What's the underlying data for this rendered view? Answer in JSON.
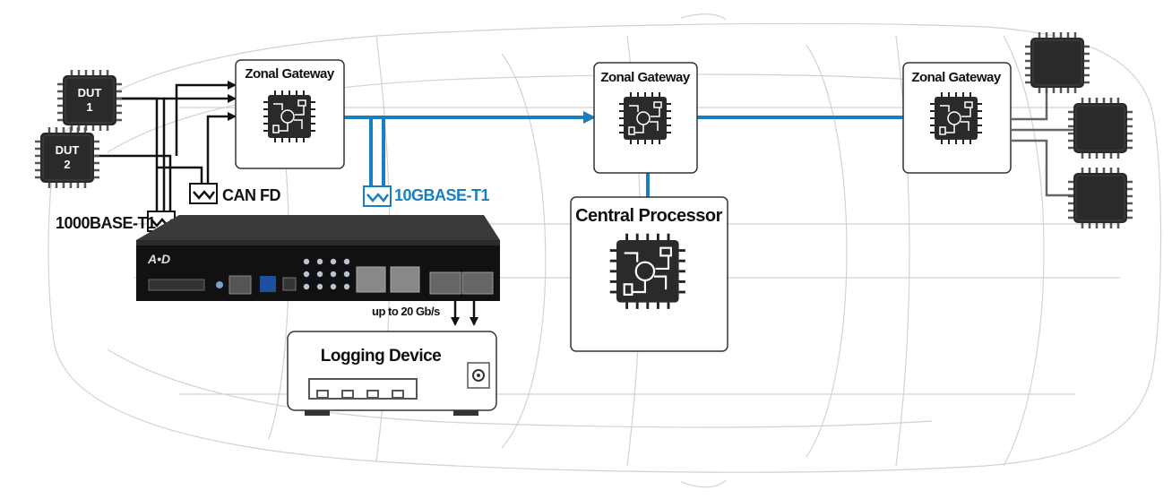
{
  "labels": {
    "dut1": {
      "line1": "DUT",
      "line2": "1"
    },
    "dut2": {
      "line1": "DUT",
      "line2": "2"
    },
    "base_1000": "1000BASE-T1",
    "can_fd": "CAN FD",
    "base_10g": "10GBASE-T1",
    "throughput": "up to 20 Gb/s",
    "device_logo": "A•D"
  },
  "zonal_gateways": [
    {
      "title": "Zonal Gateway"
    },
    {
      "title": "Zonal Gateway"
    },
    {
      "title": "Zonal Gateway"
    }
  ],
  "central_processor": {
    "title": "Central Processor"
  },
  "logging_device": {
    "title": "Logging Device"
  },
  "colors": {
    "ethernet_10g": "#1a7fc1",
    "wire": "#111111",
    "chip_dark": "#2a2a2a",
    "chip_shadow": "#5a5a5a",
    "box_border": "#333333",
    "car_outline": "#d2d2d2"
  },
  "icons": {
    "chip": "microchip-icon",
    "transceiver": "transceiver-wave-icon",
    "arrow": "arrow-head-icon"
  }
}
